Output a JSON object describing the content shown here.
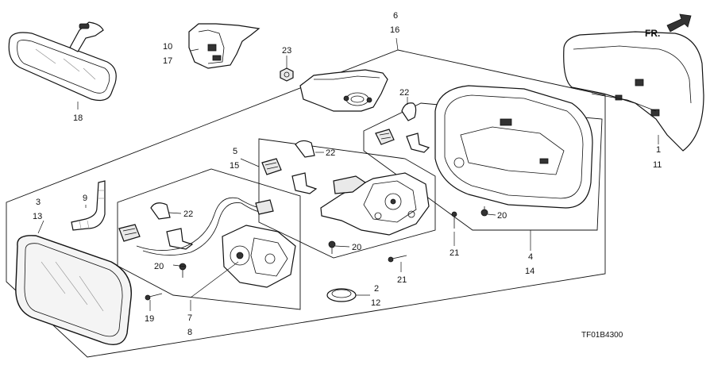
{
  "diagram": {
    "code": "TF01B4300",
    "direction_marker": "FR.",
    "callouts": {
      "inner_mirror": "18",
      "stay_cover_a": "10",
      "stay_cover_b": "17",
      "nut": "23",
      "assembly_a": "6",
      "assembly_b": "16",
      "clip_top": "22",
      "clip_mid": "22",
      "clip_left": "22",
      "actuator_a": "5",
      "actuator_b": "15",
      "cap_a": "1",
      "cap_b": "11",
      "mirror_glass_a": "3",
      "mirror_glass_b": "13",
      "grommet": "9",
      "bolt_left": "20",
      "bolt_mid": "20",
      "bolt_right": "20",
      "screw_left": "19",
      "motor_a": "7",
      "motor_b": "8",
      "screw_mid": "21",
      "screw_right": "21",
      "ring_a": "2",
      "ring_b": "12",
      "housing_a": "4",
      "housing_b": "14"
    }
  }
}
